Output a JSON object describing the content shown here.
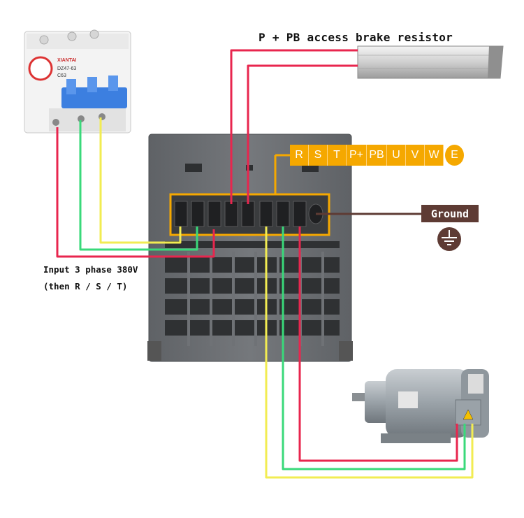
{
  "diagram": {
    "title": "P + PB access brake resistor",
    "input_line1": "Input 3 phase 380V",
    "input_line2": "(then R / S / T)",
    "ground_label": "Ground",
    "terminals": [
      "R",
      "S",
      "T",
      "P+",
      "PB",
      "U",
      "V",
      "W"
    ],
    "earth_terminal": "E",
    "breaker_brand": "XIANTAI",
    "breaker_model": "DZ47-63",
    "breaker_rating": "C63",
    "colors": {
      "red_wire": "#e8264e",
      "green_wire": "#39d97a",
      "yellow_wire": "#f2ec52",
      "terminal_label": "#f5a800",
      "ground_box": "#5e3b34",
      "inverter_body": "#6b6e72"
    },
    "icons": [
      "circuit-breaker-icon",
      "brake-resistor-icon",
      "inverter-icon",
      "motor-icon",
      "ground-symbol-icon"
    ]
  }
}
